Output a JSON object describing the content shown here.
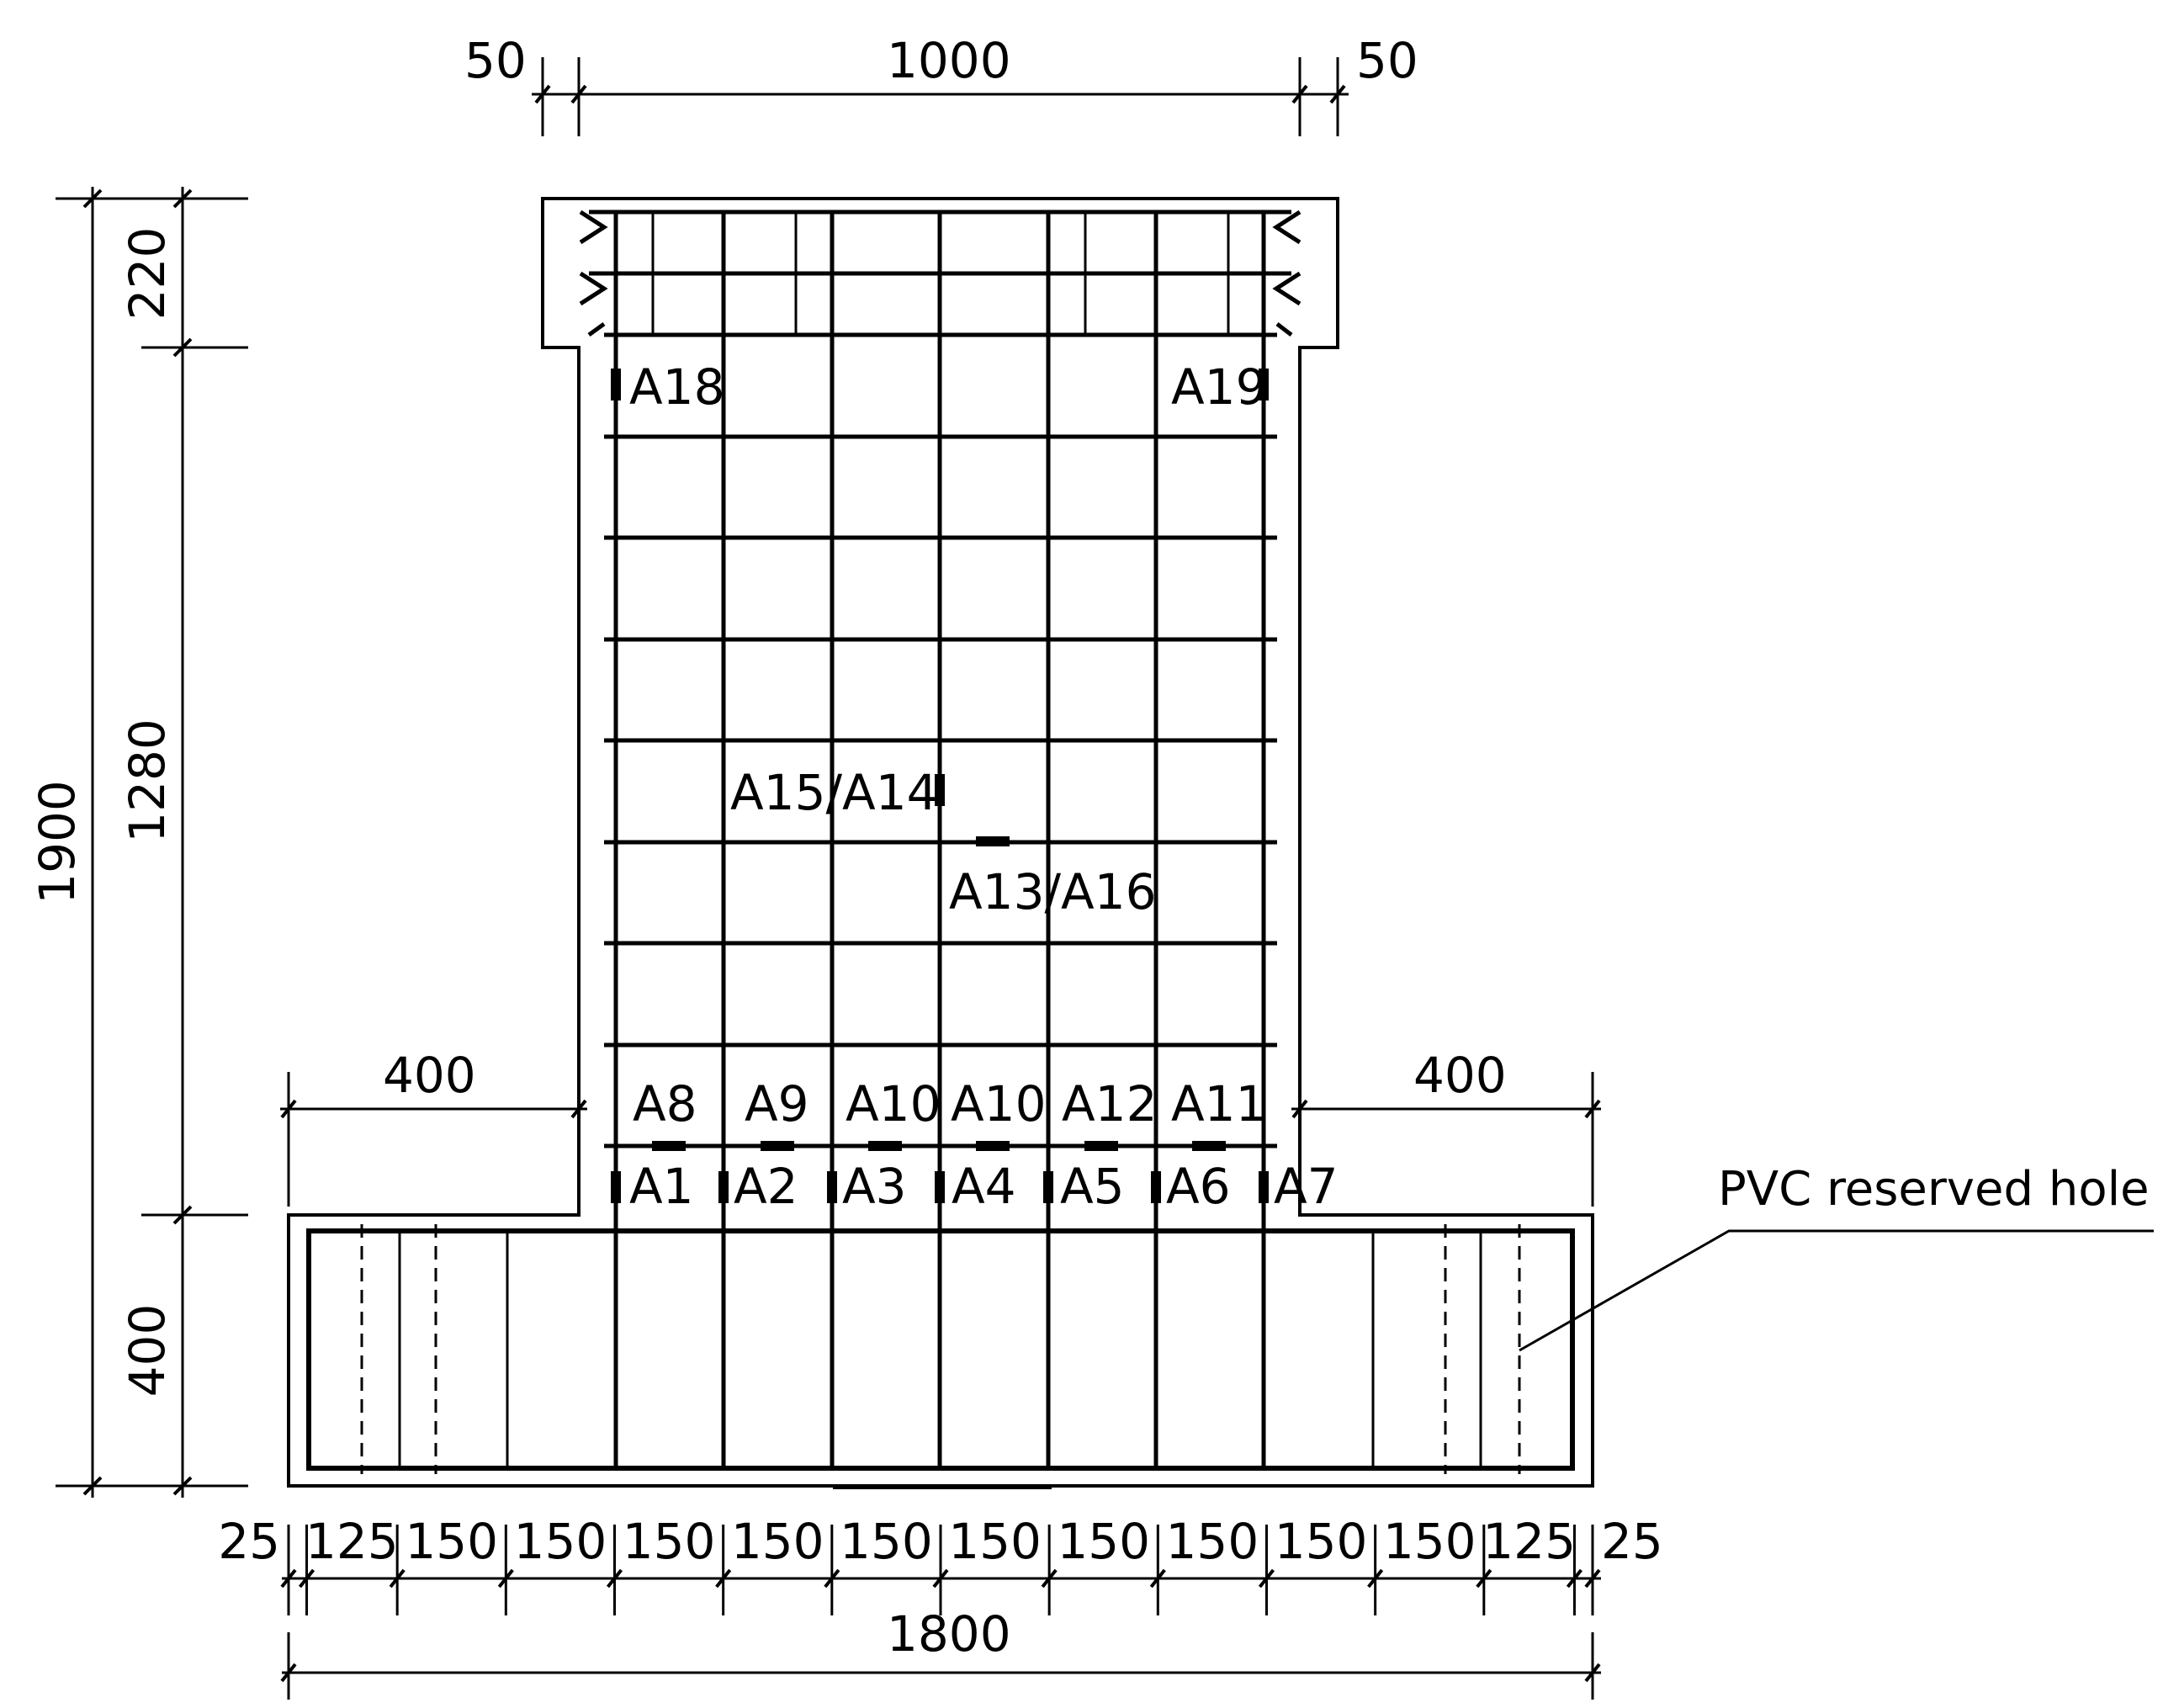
{
  "dimensions": {
    "top_left_cover": "50",
    "top_width": "1000",
    "top_right_cover": "50",
    "left_total": "1900",
    "left_cap": "220",
    "left_web": "1280",
    "left_base": "400",
    "left_overhang": "400",
    "right_overhang": "400",
    "bottom_segments": [
      "25",
      "125",
      "150",
      "150",
      "150",
      "150",
      "150",
      "150",
      "150",
      "150",
      "150",
      "150",
      "125",
      "25"
    ],
    "bottom_total": "1800"
  },
  "gauges": {
    "a1": "A1",
    "a2": "A2",
    "a3": "A3",
    "a4": "A4",
    "a5": "A5",
    "a6": "A6",
    "a7": "A7",
    "a8": "A8",
    "a9": "A9",
    "a10_left": "A10",
    "a10_right": "A10",
    "a12": "A12",
    "a11": "A11",
    "a15_a14": "A15/A14",
    "a13_a16": "A13/A16",
    "a18": "A18",
    "a19": "A19"
  },
  "annotations": {
    "pvc_label": "PVC reserved hole"
  }
}
